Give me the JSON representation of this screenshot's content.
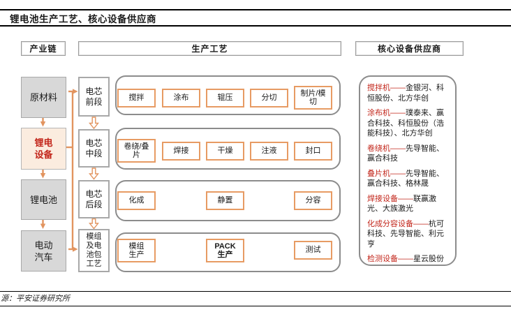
{
  "title": "锂电池生产工艺、核心设备供应商",
  "source_note": "源：平安证券研究所",
  "colors": {
    "accent_orange": "#e2945f",
    "highlight_red": "#c2251a",
    "chain_gray_fill": "#d8d8d8",
    "equipment_peach_fill": "#fbecdf"
  },
  "headers": {
    "industry_chain": "产业链",
    "production_process": "生产工艺",
    "suppliers": "核心设备供应商"
  },
  "chain": {
    "items": [
      {
        "label": "原材料"
      },
      {
        "label": "锂电\n设备"
      },
      {
        "label": "锂电池"
      },
      {
        "label": "电动\n汽车"
      }
    ]
  },
  "stages": {
    "items": [
      {
        "label": "电芯\n前段"
      },
      {
        "label": "电芯\n中段"
      },
      {
        "label": "电芯\n后段"
      },
      {
        "label": "模组\n及电\n池包\n工艺"
      }
    ]
  },
  "process_rows": [
    {
      "steps": [
        "搅拌",
        "涂布",
        "辊压",
        "分切",
        "制片/模\n切"
      ]
    },
    {
      "steps": [
        "卷绕/叠\n片",
        "焊接",
        "干燥",
        "注液",
        "封口"
      ]
    },
    {
      "steps": [
        "化成",
        "静置",
        "分容"
      ]
    },
    {
      "steps": [
        "模组\n生产",
        "PACK\n生产",
        "测试"
      ]
    }
  ],
  "suppliers": {
    "dash": "——",
    "items": [
      {
        "equipment": "搅拌机",
        "companies": "金银河、科恒股份、北方华创"
      },
      {
        "equipment": "涂布机",
        "companies": "璞泰来、赢合科技、科恒股份（浩能科技）、北方华创"
      },
      {
        "equipment": "卷绕机",
        "companies": "先导智能、赢合科技"
      },
      {
        "equipment": "叠片机",
        "companies": "先导智能、赢合科技、格林晟"
      },
      {
        "equipment": "焊接设备",
        "companies": "联赢激光、大族激光"
      },
      {
        "equipment": "化成分容设备",
        "companies": "杭可科技、先导智能、利元亨"
      },
      {
        "equipment": "检测设备",
        "companies": "星云股份"
      }
    ]
  }
}
